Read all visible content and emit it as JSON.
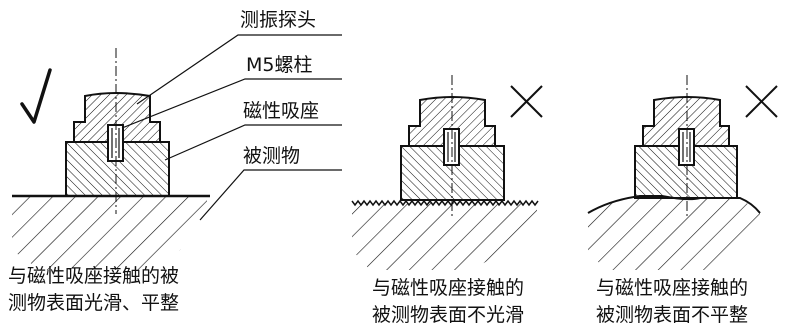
{
  "labels": {
    "probe": "测振探头",
    "stud": "M5螺柱",
    "magnet_base": "磁性吸座",
    "object": "被测物"
  },
  "marks": {
    "correct": "√",
    "wrong": "×"
  },
  "captions": {
    "good": [
      "与磁性吸座接触的被",
      "测物表面光滑、平整"
    ],
    "rough": [
      "与磁性吸座接触的",
      "被测物表面不光滑"
    ],
    "uneven": [
      "与磁性吸座接触的",
      "被测物表面不平整"
    ]
  }
}
